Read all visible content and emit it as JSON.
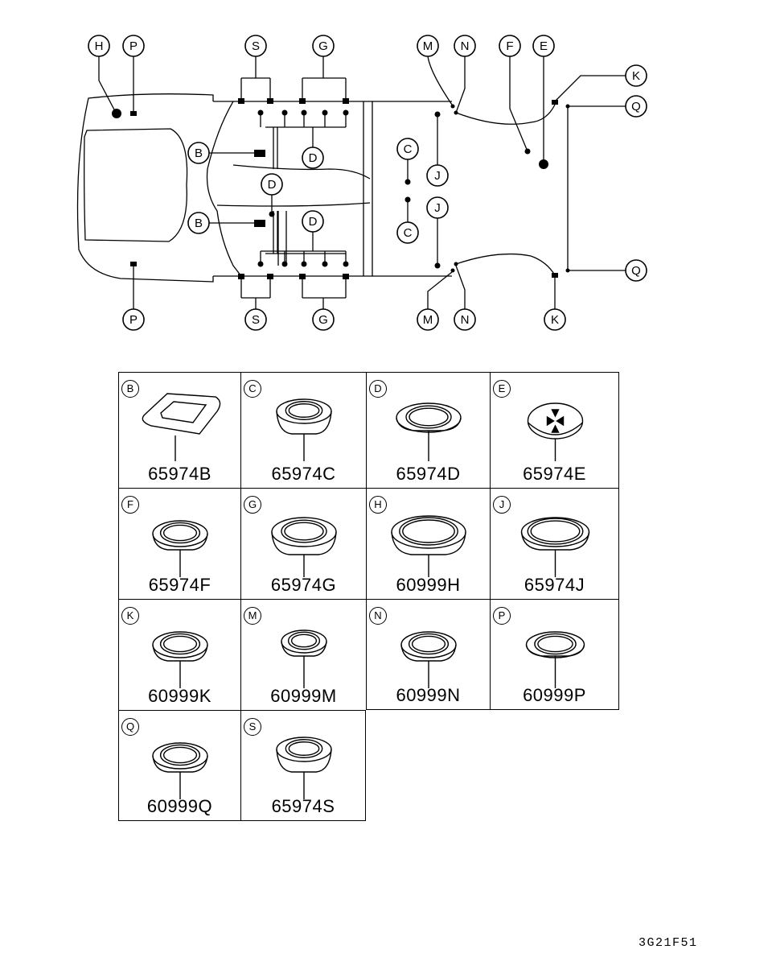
{
  "callouts": {
    "H": "H",
    "P": "P",
    "S": "S",
    "G": "G",
    "M": "M",
    "N": "N",
    "F": "F",
    "E": "E",
    "K": "K",
    "Q": "Q",
    "B": "B",
    "D": "D",
    "C": "C",
    "J": "J"
  },
  "parts": [
    {
      "letter": "B",
      "number": "65974B",
      "icon": "rectangular-grommet"
    },
    {
      "letter": "C",
      "number": "65974C",
      "icon": "tall-round-plug"
    },
    {
      "letter": "D",
      "number": "65974D",
      "icon": "flat-round-plug"
    },
    {
      "letter": "E",
      "number": "65974E",
      "icon": "dome-plug-with-arrows"
    },
    {
      "letter": "F",
      "number": "65974F",
      "icon": "round-plug"
    },
    {
      "letter": "G",
      "number": "65974G",
      "icon": "deep-round-plug"
    },
    {
      "letter": "H",
      "number": "60999H",
      "icon": "large-round-plug"
    },
    {
      "letter": "J",
      "number": "65974J",
      "icon": "wide-round-plug"
    },
    {
      "letter": "K",
      "number": "60999K",
      "icon": "round-plug"
    },
    {
      "letter": "M",
      "number": "60999M",
      "icon": "small-round-plug"
    },
    {
      "letter": "N",
      "number": "60999N",
      "icon": "round-plug"
    },
    {
      "letter": "P",
      "number": "60999P",
      "icon": "flat-dome-plug"
    },
    {
      "letter": "Q",
      "number": "60999Q",
      "icon": "round-plug"
    },
    {
      "letter": "S",
      "number": "65974S",
      "icon": "tall-round-plug"
    }
  ],
  "reference_code": "3G21F51"
}
